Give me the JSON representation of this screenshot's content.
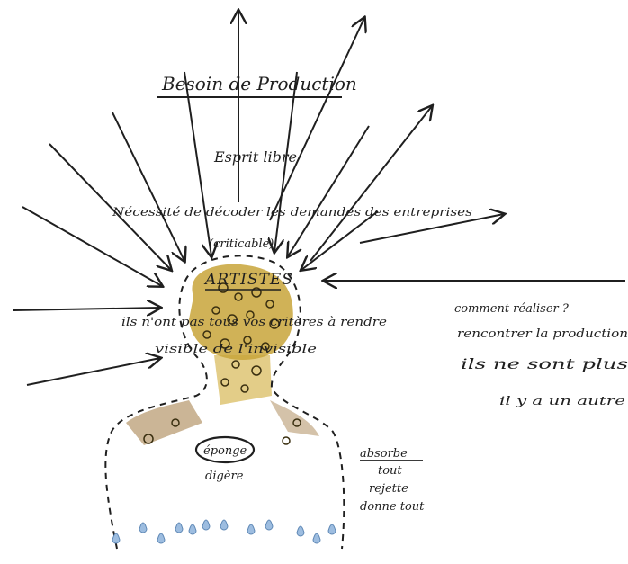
{
  "colors": {
    "ink": "#1f1f1f",
    "head_fill": "#c8a53a",
    "head_fill_light": "#dcc06a",
    "body_stain": "#a07840",
    "drops": "#7fa6cc"
  },
  "title": "Besoin de Production",
  "line_esprit": "Esprit libre",
  "line_necessite": "Nécessité de décoder les demandes des entreprises",
  "line_criticable": "(criticable)",
  "label_artistes": "ARTISTES",
  "line_rendre": "ils n'ont pas tous vos critères à rendre",
  "line_visible": "visible de l'invisible",
  "label_eponge": "éponge",
  "label_digere": "digère",
  "list": {
    "heading": "absorbe",
    "items": [
      "tout",
      "rejette",
      "donne tout"
    ]
  },
  "right_notes": {
    "line1": "comment réaliser ?",
    "line2": "rencontrer la production",
    "line3": "ils ne sont plus",
    "line4": "il y a un autre"
  }
}
